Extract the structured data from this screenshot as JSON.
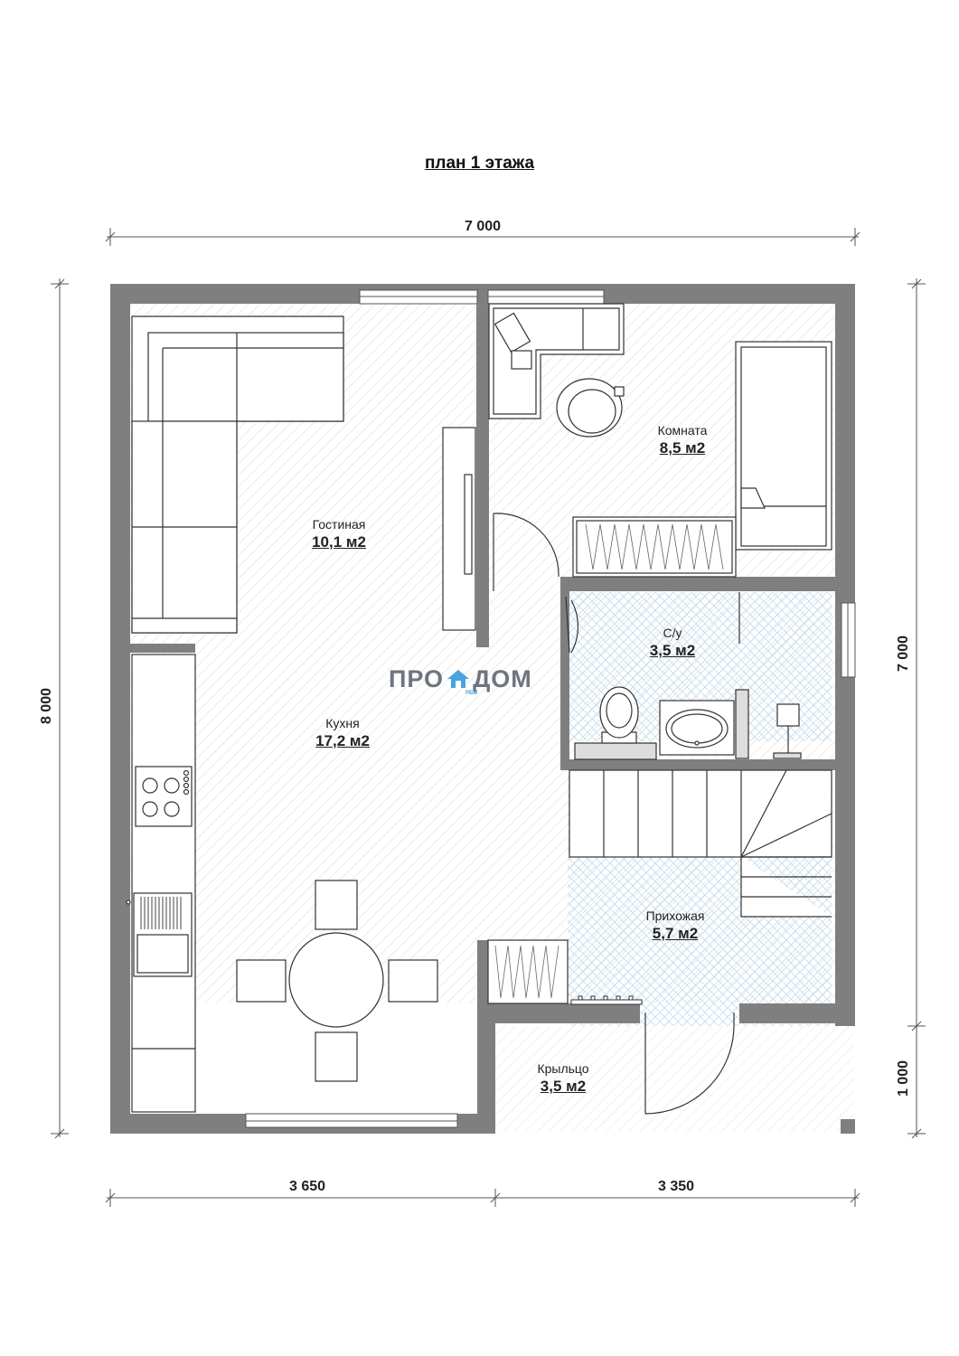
{
  "title": "план 1 этажа",
  "dimensions": {
    "top": "7 000",
    "left": "8 000",
    "right_main": "7 000",
    "right_porch": "1 000",
    "bottom_left": "3 650",
    "bottom_right": "3 350"
  },
  "rooms": {
    "living": {
      "name": "Гостиная",
      "area": "10,1 м2"
    },
    "room": {
      "name": "Комната",
      "area": "8,5 м2"
    },
    "bath": {
      "name": "С/у",
      "area": "3,5 м2"
    },
    "kitchen": {
      "name": "Кухня",
      "area": "17,2 м2"
    },
    "hall": {
      "name": "Прихожая",
      "area": "5,7 м2"
    },
    "porch": {
      "name": "Крыльцо",
      "area": "3,5 м2"
    }
  },
  "logo": {
    "left": "ПРО",
    "right": "ДОМ",
    "sub": "РБМ"
  },
  "colors": {
    "wall": "#7f7f7f",
    "hatch": "#d8d4c4",
    "tile": "#bcd8ee",
    "logo": "#6d7580",
    "accent": "#4aa3df"
  }
}
